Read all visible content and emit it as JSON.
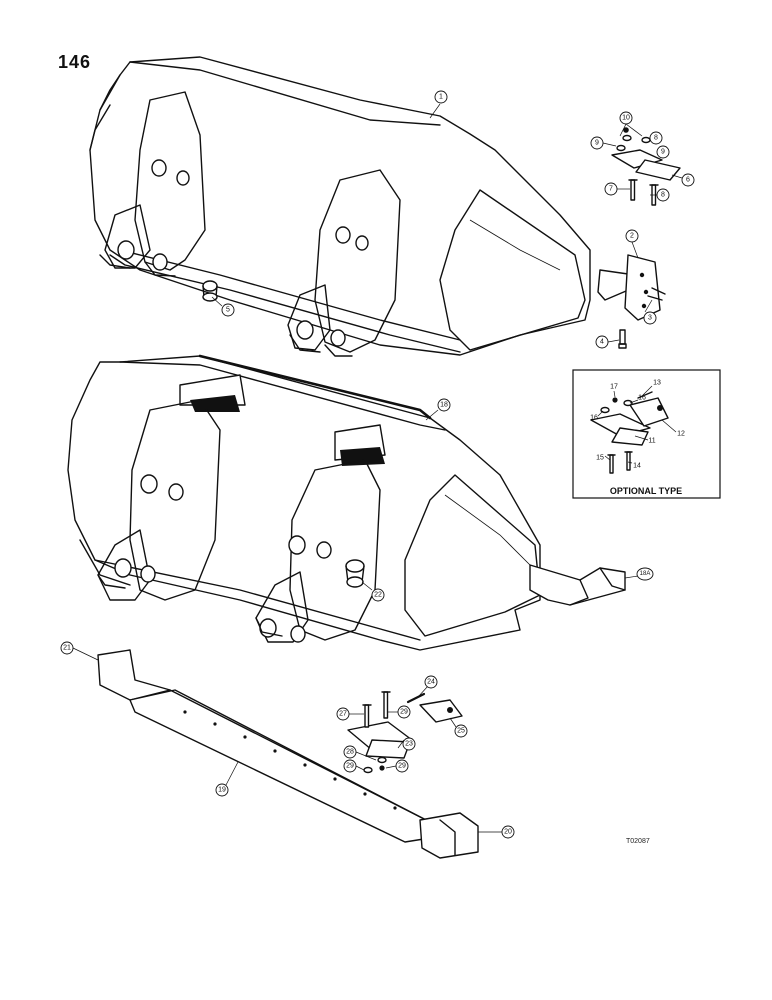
{
  "page": {
    "number": "146",
    "figure_code": "T02087",
    "inset_caption": "OPTIONAL TYPE"
  },
  "callouts": {
    "c1": "1",
    "c2": "2",
    "c3": "3",
    "c4": "4",
    "c5": "5",
    "c6": "6",
    "c7": "7",
    "c8a": "8",
    "c8b": "8",
    "c9a": "9",
    "c9b": "9",
    "c10": "10",
    "c11": "11",
    "c12": "12",
    "c13": "13",
    "c14": "14",
    "c15": "15",
    "c16a": "16",
    "c16b": "16",
    "c17": "17",
    "c18": "18",
    "c18a": "18A",
    "c19": "19",
    "c20": "20",
    "c21": "21",
    "c22": "22",
    "c23": "23",
    "c24": "24",
    "c25": "25",
    "c27": "27",
    "c28": "28",
    "c29a": "29",
    "c29b": "29",
    "c29c": "29"
  }
}
